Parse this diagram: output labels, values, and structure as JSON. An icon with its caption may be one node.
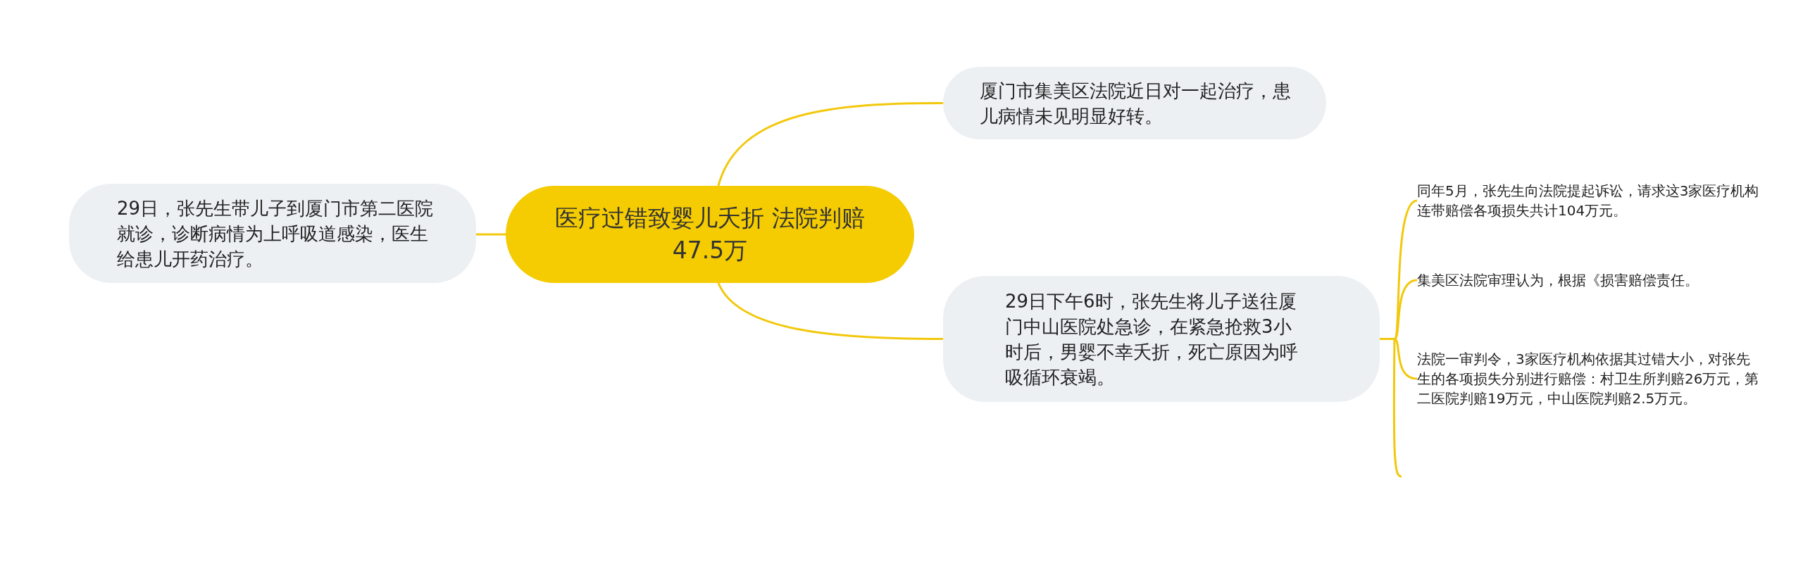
{
  "diagram": {
    "nodes": [
      {
        "text": [
          "医疗过错致婴儿夭折 法院判赔47.5万"
        ]
      },
      {
        "text": [
          "厦门市集美区法院近日对一起治疗，患儿病情未见明显好转。"
        ]
      },
      {
        "text": [
          "29日，张先生带儿子到厦门市第二医院就诊，诊断病情为上呼吸道感染，医生给患儿开药治疗。"
        ]
      },
      {
        "text": [
          "29日下午6时，张先生将儿子送往厦门中山医院处急诊，在紧急抢救3小时后，男婴不幸夭折，死亡原因为呼吸循环衰竭。"
        ]
      },
      {
        "text": [
          "同年5月，张先生向法院提起诉讼，请求这3家医疗机构连带赔偿各项损失共计104万元。"
        ]
      },
      {
        "text": [
          "集美区法院审理认为，根据《损害赔偿责任。"
        ]
      },
      {
        "text": [
          "法院一审判令，3家医疗机构依据其过错大小，对张先生的各项损失分别进行赔偿：村卫生所判赔26万元，第二医院判赔19万元，中山医院判赔2.5万元。"
        ]
      }
    ],
    "edges": [
      {
        "from": 0,
        "to": 1,
        "arrow": "none"
      },
      {
        "from": 0,
        "to": 2,
        "arrow": "none"
      },
      {
        "from": 0,
        "to": 3,
        "arrow": "none"
      },
      {
        "from": 3,
        "to": 4,
        "arrow": "none"
      },
      {
        "from": 3,
        "to": 5,
        "arrow": "none"
      },
      {
        "from": 3,
        "to": 6,
        "arrow": "none"
      }
    ]
  }
}
